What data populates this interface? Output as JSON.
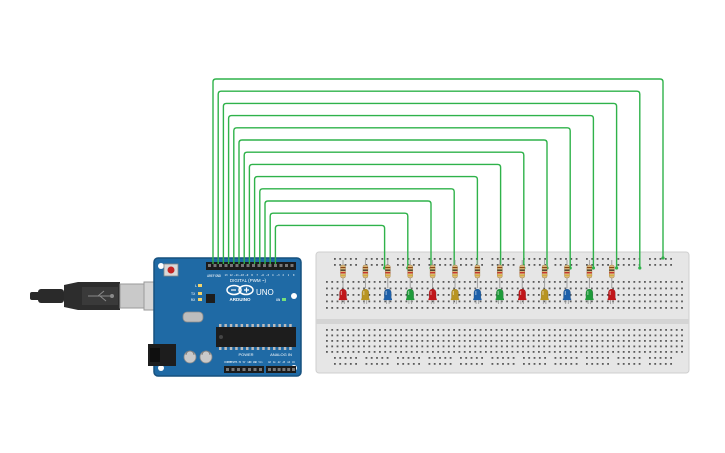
{
  "colors": {
    "wire": "#2fb24a",
    "board": "#1f6aa5",
    "board_dark": "#17517f",
    "breadboard": "#e6e6e6",
    "breadboard_border": "#cfcfcf",
    "hole": "#5a5a5a",
    "resistor_body": "#d9b77c",
    "cable": "#2a2a2a",
    "usb_metal": "#c9c9c9",
    "chip": "#1d1d1d"
  },
  "arduino": {
    "model_label": "UNO",
    "brand_label": "ARDUINO",
    "digital_header_label": "DIGITAL (PWM ~)",
    "power_label": "POWER",
    "analog_label": "ANALOG IN",
    "tx_label": "TX",
    "rx_label": "RX",
    "l_label": "L",
    "on_label": "ON",
    "aref_label": "AREF",
    "gnd_label": "GND",
    "digital_pin_labels": [
      "13",
      "12",
      "~11",
      "~10",
      "~9",
      "8",
      "7",
      "~6",
      "~5",
      "4",
      "~3",
      "2",
      "1",
      "0"
    ],
    "power_pin_labels": [
      "IOREF",
      "RESET",
      "3.3V",
      "5V",
      "GND",
      "GND",
      "Vin"
    ],
    "analog_pin_labels": [
      "A0",
      "A1",
      "A2",
      "A3",
      "A4",
      "A5"
    ]
  },
  "leds": [
    {
      "color": "#c0161a",
      "icon": "red-led-icon"
    },
    {
      "color": "#b89422",
      "icon": "yellow-led-icon"
    },
    {
      "color": "#1d5fa8",
      "icon": "blue-led-icon"
    },
    {
      "color": "#1f9a3a",
      "icon": "green-led-icon"
    },
    {
      "color": "#c0161a",
      "icon": "red-led-icon"
    },
    {
      "color": "#b89422",
      "icon": "yellow-led-icon"
    },
    {
      "color": "#1d5fa8",
      "icon": "blue-led-icon"
    },
    {
      "color": "#1f9a3a",
      "icon": "green-led-icon"
    },
    {
      "color": "#c0161a",
      "icon": "red-led-icon"
    },
    {
      "color": "#b89422",
      "icon": "yellow-led-icon"
    },
    {
      "color": "#1d5fa8",
      "icon": "blue-led-icon"
    },
    {
      "color": "#1f9a3a",
      "icon": "green-led-icon"
    },
    {
      "color": "#c0161a",
      "icon": "red-led-icon"
    }
  ],
  "wire_count": 13
}
